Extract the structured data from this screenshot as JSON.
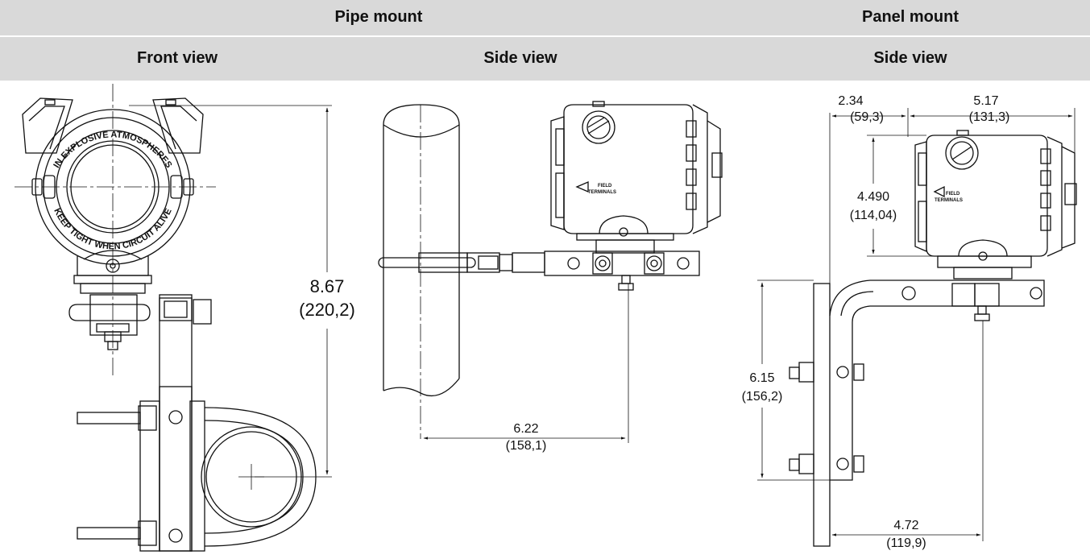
{
  "headers": {
    "pipe_mount": "Pipe mount",
    "panel_mount": "Panel mount",
    "front_view": "Front view",
    "side_view_pipe": "Side view",
    "side_view_panel": "Side view"
  },
  "front_view": {
    "housing_text_top": "IN EXPLOSIVE ATMOSPHERES",
    "housing_text_bottom": "KEEP TIGHT WHEN CIRCUIT ALIVE",
    "height_in": "8.67",
    "height_mm": "(220,2)"
  },
  "pipe_side_view": {
    "label_line1": "FIELD",
    "label_line2": "TERMINALS",
    "offset_in": "6.22",
    "offset_mm": "(158,1)"
  },
  "panel_side_view": {
    "label_line1": "FIELD",
    "label_line2": "TERMINALS",
    "width_left_in": "2.34",
    "width_left_mm": "(59,3)",
    "width_right_in": "5.17",
    "width_right_mm": "(131,3)",
    "housing_height_in": "4.490",
    "housing_height_mm": "(114,04)",
    "bracket_height_in": "6.15",
    "bracket_height_mm": "(156,2)",
    "bracket_depth_in": "4.72",
    "bracket_depth_mm": "(119,9)"
  }
}
